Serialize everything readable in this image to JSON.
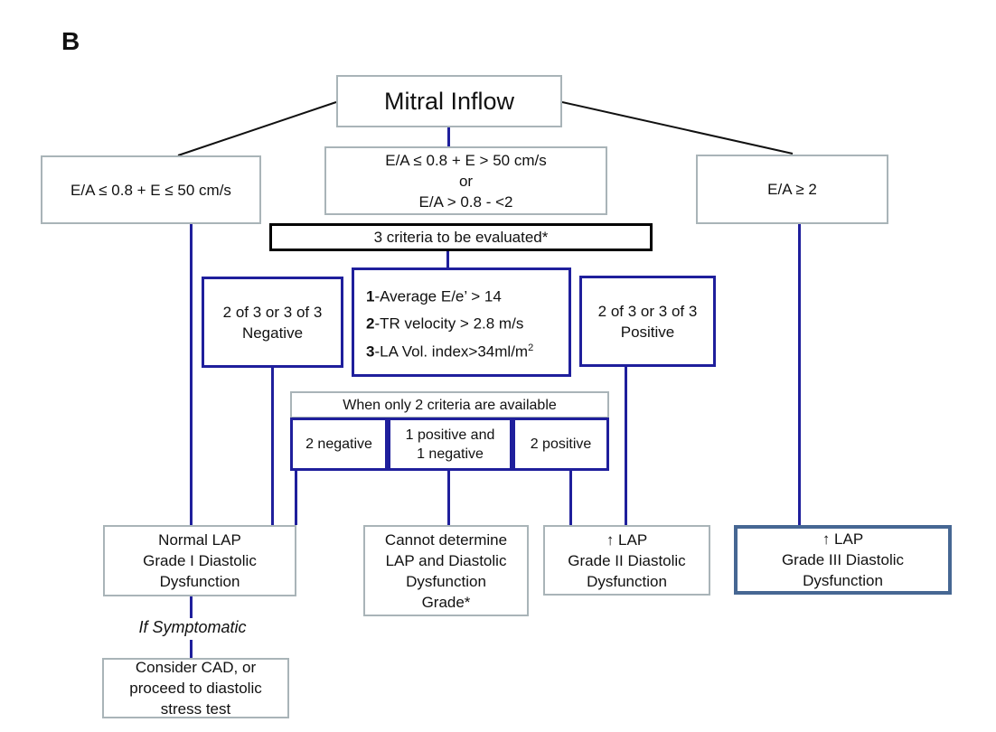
{
  "panel_label": "B",
  "colors": {
    "navy_accent": "#1f1f9c",
    "gray_border": "#a9b4b8",
    "steel_border": "#466793",
    "black_border": "#000000",
    "background": "#ffffff"
  },
  "nodes": {
    "mitral_inflow": {
      "title": "Mitral Inflow"
    },
    "ea_low": {
      "line1": "E/A ≤ 0.8 + E ≤ 50 cm/s"
    },
    "ea_mid": {
      "line1": "E/A ≤ 0.8 + E > 50 cm/s",
      "line2": "or",
      "line3": "E/A > 0.8 - <2"
    },
    "ea_high": {
      "line1": "E/A ≥ 2"
    },
    "three_criteria": {
      "label": "3 criteria to be evaluated*"
    },
    "negative": {
      "line1": "2 of 3 or 3 of 3",
      "line2": "Negative"
    },
    "criteria_list": {
      "items": [
        {
          "num": "1",
          "text": "-Average E/e’ > 14",
          "sup": ""
        },
        {
          "num": "2",
          "text": "-TR velocity > 2.8 m/s",
          "sup": ""
        },
        {
          "num": "3",
          "text": "-LA Vol. index>34ml/m",
          "sup": "2"
        }
      ]
    },
    "positive": {
      "line1": "2 of 3 or 3 of 3",
      "line2": "Positive"
    },
    "two_criteria_header": {
      "label": "When only 2 criteria are available"
    },
    "two_negative": {
      "line1": "2 negative"
    },
    "one_pos_one_neg": {
      "line1": "1 positive and",
      "line2": "1 negative"
    },
    "two_positive": {
      "line1": "2 positive"
    },
    "normal_lap": {
      "line1": "Normal  LAP",
      "line2": "Grade I Diastolic",
      "line3": "Dysfunction"
    },
    "cannot_determine": {
      "line1": "Cannot determine",
      "line2": "LAP and Diastolic",
      "line3": "Dysfunction",
      "line4": "Grade*"
    },
    "grade2": {
      "line1": "↑ LAP",
      "line2": "Grade II Diastolic",
      "line3": "Dysfunction"
    },
    "grade3": {
      "line1": "↑ LAP",
      "line2": "Grade III Diastolic",
      "line3": "Dysfunction"
    },
    "if_symptomatic": {
      "label": "If Symptomatic"
    },
    "consider_cad": {
      "line1": "Consider CAD, or",
      "line2": "proceed to diastolic",
      "line3": "stress  test"
    }
  }
}
